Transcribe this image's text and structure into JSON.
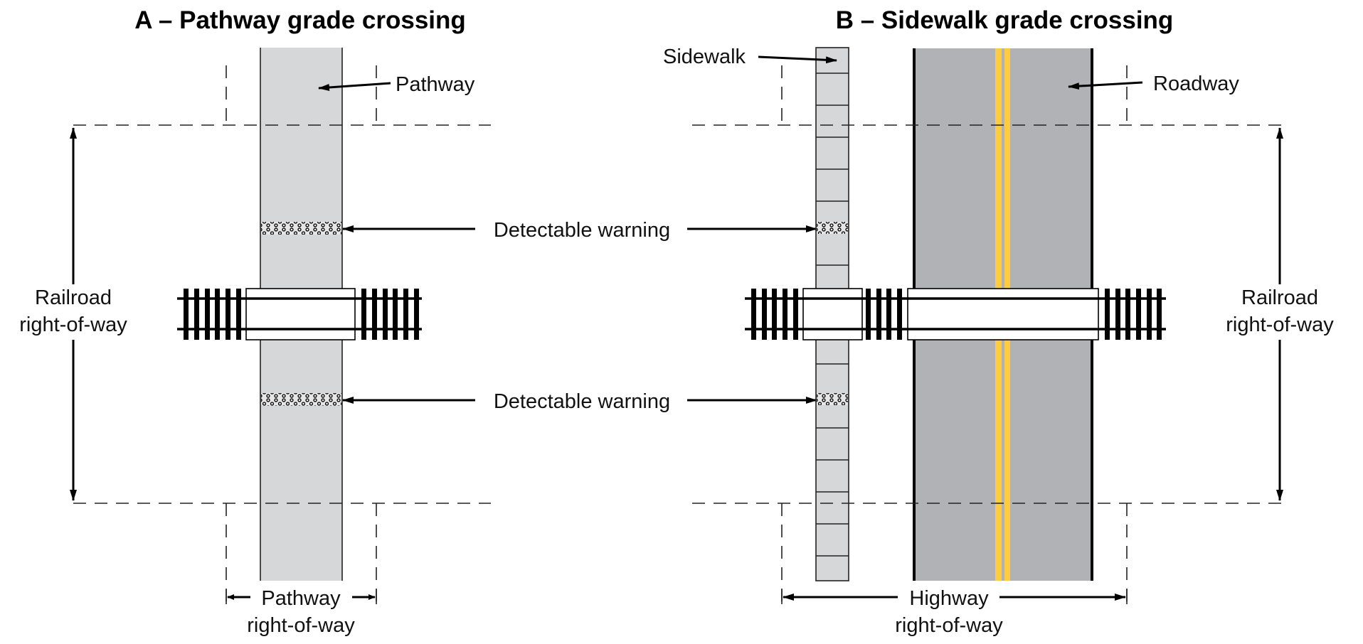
{
  "figure": {
    "panel_a": {
      "title": "A – Pathway grade crossing",
      "pathway_label": "Pathway",
      "detectable_warning_label": "Detectable warning",
      "railroad_row_label": [
        "Railroad",
        "right-of-way"
      ],
      "pathway_row_label": [
        "Pathway",
        "right-of-way"
      ]
    },
    "panel_b": {
      "title": "B – Sidewalk grade crossing",
      "sidewalk_label": "Sidewalk",
      "roadway_label": "Roadway",
      "railroad_row_label": [
        "Railroad",
        "right-of-way"
      ],
      "highway_row_label": [
        "Highway",
        "right-of-way"
      ]
    },
    "colors": {
      "pathway_fill": "#D6D7D9",
      "roadway_fill": "#B1B2B5",
      "centerline_yellow": "#FFCC3F",
      "line": "#000000"
    }
  }
}
